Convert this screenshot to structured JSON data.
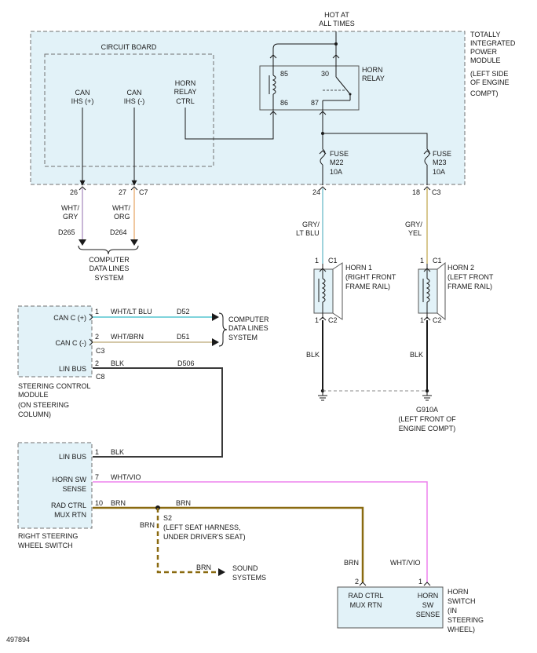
{
  "power": {
    "hot_line1": "HOT AT",
    "hot_line2": "ALL TIMES"
  },
  "tipm": {
    "lines": [
      "TOTALLY",
      "INTEGRATED",
      "POWER",
      "MODULE",
      "(LEFT SIDE",
      "OF ENGINE",
      "COMPT)"
    ]
  },
  "circuit_board": {
    "title": "CIRCUIT BOARD",
    "can_pos": [
      "CAN",
      "IHS (+)"
    ],
    "can_neg": [
      "CAN",
      "IHS (-)"
    ],
    "horn_ctrl": [
      "HORN",
      "RELAY",
      "CTRL"
    ]
  },
  "relay": {
    "pin85": "85",
    "pin30": "30",
    "pin86": "86",
    "pin87": "87",
    "label": [
      "HORN",
      "RELAY"
    ]
  },
  "fuse1": {
    "label": [
      "FUSE",
      "M22",
      "10A"
    ]
  },
  "fuse2": {
    "label": [
      "FUSE",
      "M23",
      "10A"
    ]
  },
  "pins": {
    "p26": "26",
    "p27": "27",
    "c7": "C7",
    "p24": "24",
    "p18": "18",
    "c3": "C3"
  },
  "wires": {
    "wht_gry": [
      "WHT/",
      "GRY"
    ],
    "d265": "D265",
    "wht_org": [
      "WHT/",
      "ORG"
    ],
    "d264": "D264",
    "gry_ltblu": [
      "GRY/",
      "LT BLU"
    ],
    "gry_yel": [
      "GRY/",
      "YEL"
    ],
    "blk": "BLK",
    "wht_ltblu": "WHT/LT BLU",
    "d52": "D52",
    "wht_brn": "WHT/BRN",
    "d51": "D51",
    "d506": "D506",
    "wht_vio": "WHT/VIO",
    "brn": "BRN"
  },
  "cdls1": [
    "COMPUTER",
    "DATA LINES",
    "SYSTEM"
  ],
  "cdls2": [
    "COMPUTER",
    "DATA LINES",
    "SYSTEM"
  ],
  "horn1": {
    "c1": "C1",
    "c2": "C2",
    "pin1": "1",
    "pin1b": "1",
    "label": [
      "HORN 1",
      "(RIGHT FRONT",
      "FRAME RAIL)"
    ]
  },
  "horn2": {
    "c1": "C1",
    "c2": "C2",
    "pin1": "1",
    "pin1b": "1",
    "label": [
      "HORN 2",
      "(LEFT FRONT",
      "FRAME RAIL)"
    ]
  },
  "ground": {
    "label": [
      "G910A",
      "(LEFT FRONT OF",
      "ENGINE COMPT)"
    ]
  },
  "scm": {
    "can_pos": "CAN C (+)",
    "can_neg": "CAN C (-)",
    "lin": "LIN BUS",
    "p1": "1",
    "p2": "2",
    "p2b": "2",
    "c3": "C3",
    "c8": "C8",
    "label": [
      "STEERING CONTROL",
      "MODULE",
      "(ON STEERING",
      "COLUMN)"
    ]
  },
  "rsws": {
    "lin": "LIN BUS",
    "horn_sw": [
      "HORN SW",
      "SENSE"
    ],
    "rad": [
      "RAD CTRL",
      "MUX RTN"
    ],
    "p1": "1",
    "p7": "7",
    "p10": "10",
    "label": [
      "RIGHT STEERING",
      "WHEEL SWITCH"
    ]
  },
  "splice": {
    "label": [
      "S2",
      "(LEFT SEAT HARNESS,",
      "UNDER DRIVER'S SEAT)"
    ]
  },
  "sound": [
    "SOUND",
    "SYSTEMS"
  ],
  "horn_switch": {
    "rad": [
      "RAD CTRL",
      "MUX RTN"
    ],
    "horn": [
      "HORN",
      "SW",
      "SENSE"
    ],
    "p2": "2",
    "p1": "1",
    "label": [
      "HORN",
      "SWITCH",
      "(IN",
      "STEERING",
      "WHEEL)"
    ]
  },
  "diagram_id": "497894",
  "colors": {
    "wht_gry": "#c8b6d6",
    "wht_org": "#f0c8a0",
    "gry_ltblu": "#9fd3dc",
    "gry_yel": "#d8c890",
    "wht_ltblu": "#7fd4dc",
    "wht_brn": "#d4c8a8",
    "wht_vio": "#ee82ee",
    "brn": "#8a6a10",
    "blk": "#1a1a1a",
    "lin": "#3a3a3a"
  }
}
